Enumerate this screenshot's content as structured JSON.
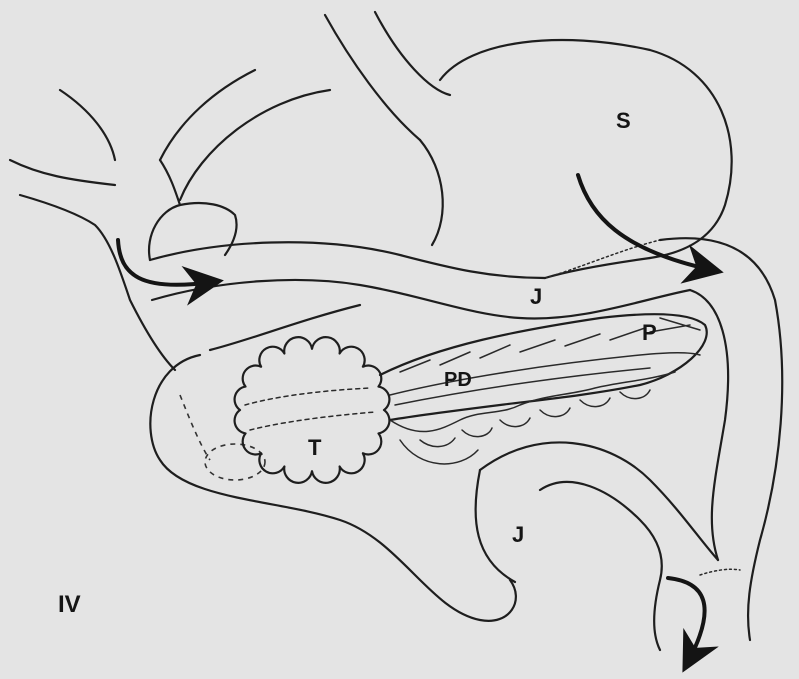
{
  "figure": {
    "panel_label": "IV",
    "labels": {
      "stomach": "S",
      "jejunum_upper": "J",
      "jejunum_lower": "J",
      "pancreas": "P",
      "pancreatic_duct": "PD",
      "tumor": "T"
    }
  }
}
